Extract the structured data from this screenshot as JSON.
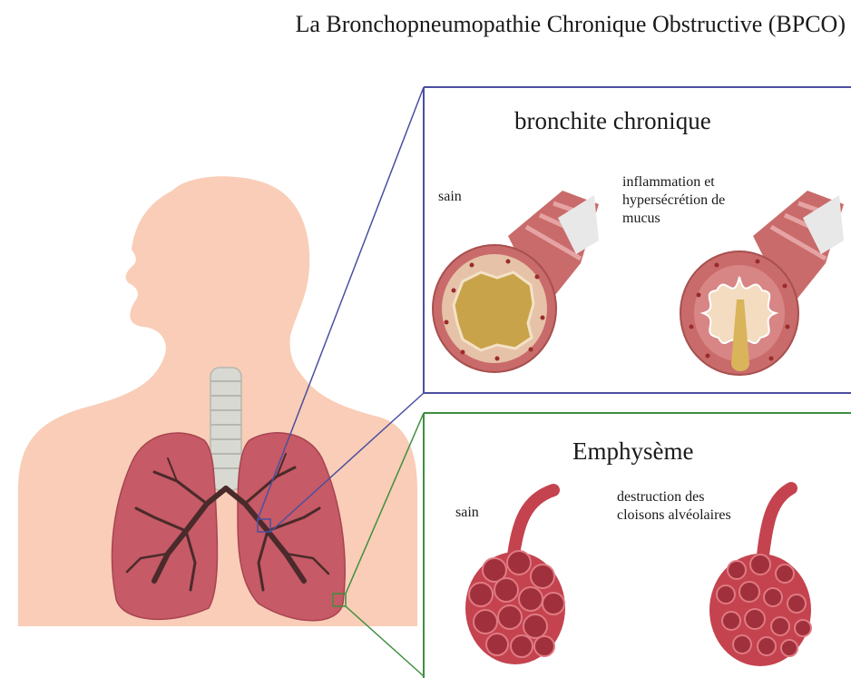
{
  "title": "La Bronchopneumopathie Chronique Obstructive (BPCO)",
  "panels": {
    "bronchite": {
      "title": "bronchite chronique",
      "healthy_label": "sain",
      "diseased_label": "inflammation et\nhypersécrétion de\nmucus",
      "border_color": "#4a4fa0"
    },
    "emphyseme": {
      "title": "Emphysème",
      "healthy_label": "sain",
      "diseased_label": "destruction des\ncloisons alvéolaires",
      "border_color": "#3f8f3f"
    }
  },
  "colors": {
    "skin": "#f9cdb7",
    "lung": "#c65a66",
    "bronchi": "#4a2a2a",
    "trachea": "#d7d9d2",
    "bronchus_wall": "#c96b6b",
    "mucus": "#c9a34a",
    "alveoli": "#c4434f"
  }
}
